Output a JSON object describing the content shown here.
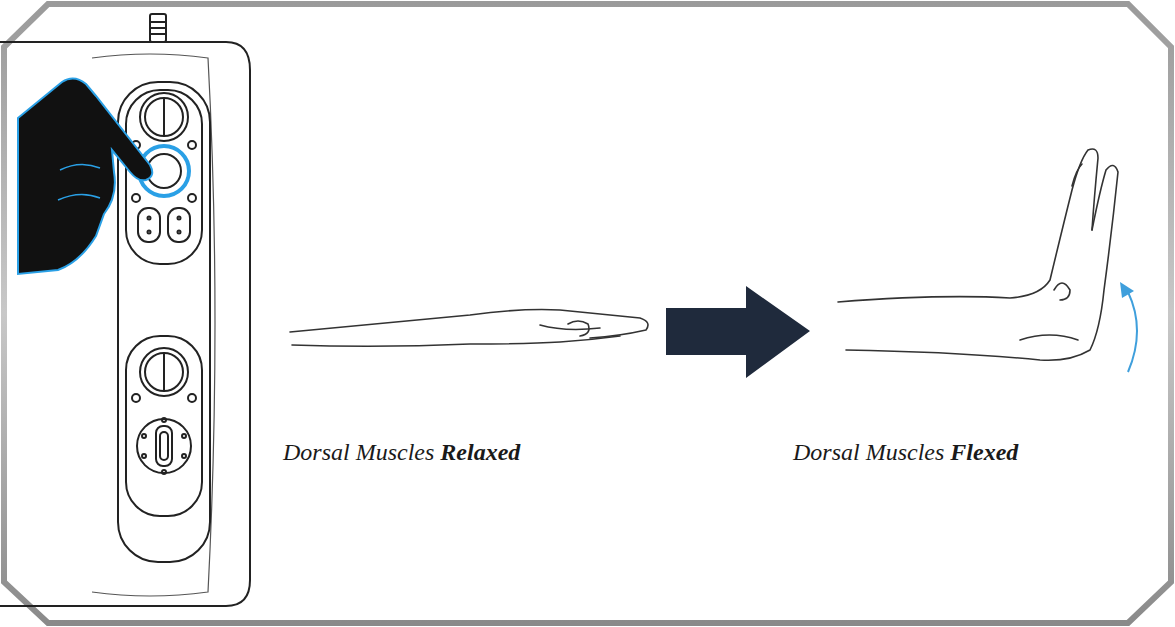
{
  "diagram": {
    "labels": [
      "Dorsal Muscles",
      "Relaxed",
      "Dorsal Muscles",
      "Flexed"
    ]
  }
}
